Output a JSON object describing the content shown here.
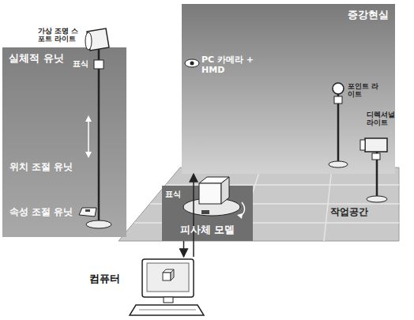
{
  "diagram": {
    "nodes": [
      {
        "text": [
          "실체적 유닛"
        ]
      },
      {
        "text": [
          "증강현실"
        ]
      },
      {
        "text": [
          "피사체 모델"
        ]
      },
      {
        "text": [
          "컴퓨터"
        ]
      }
    ],
    "edges": [
      {
        "from": 2,
        "to": 3,
        "arrow": "to"
      },
      {
        "from": 3,
        "to": 1,
        "arrow": "to"
      }
    ],
    "labels": [
      "가상 조명 스포트 라이트",
      "표식",
      "위치 조절 유닛",
      "속성 조절 유닛",
      "PC 카메라 + HMD",
      "포인트 라이트",
      "디렉셔널 라이트",
      "작업공간",
      "표식"
    ]
  }
}
